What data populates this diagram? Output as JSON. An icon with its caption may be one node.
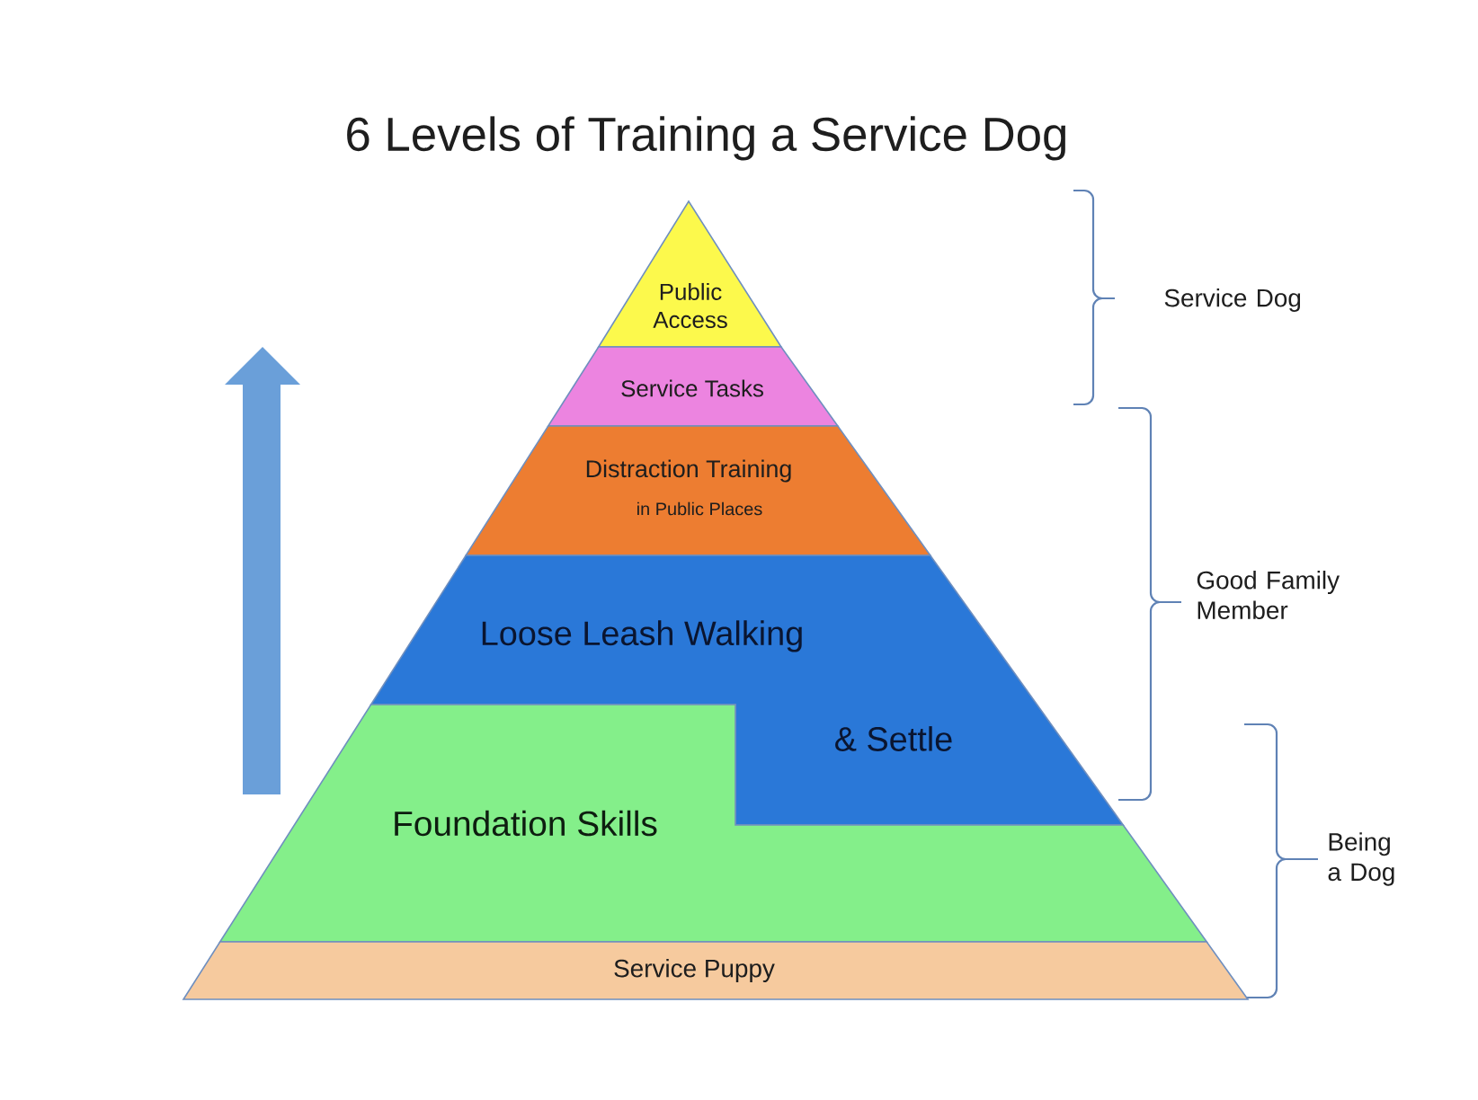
{
  "diagram": {
    "title": "6 Levels of Training a Service Dog",
    "nodes": [
      {
        "text": [
          "Public Access"
        ]
      },
      {
        "text": [
          "Service Tasks"
        ]
      },
      {
        "text": [
          "Distraction Training",
          "in Public Places"
        ]
      },
      {
        "text": [
          "Loose Leash Walking",
          "& Settle"
        ]
      },
      {
        "text": [
          "Foundation Skills"
        ]
      },
      {
        "text": [
          "Service Puppy"
        ]
      }
    ],
    "labels": [
      "Service Dog",
      "Good Family Member",
      "Being a Dog"
    ]
  }
}
